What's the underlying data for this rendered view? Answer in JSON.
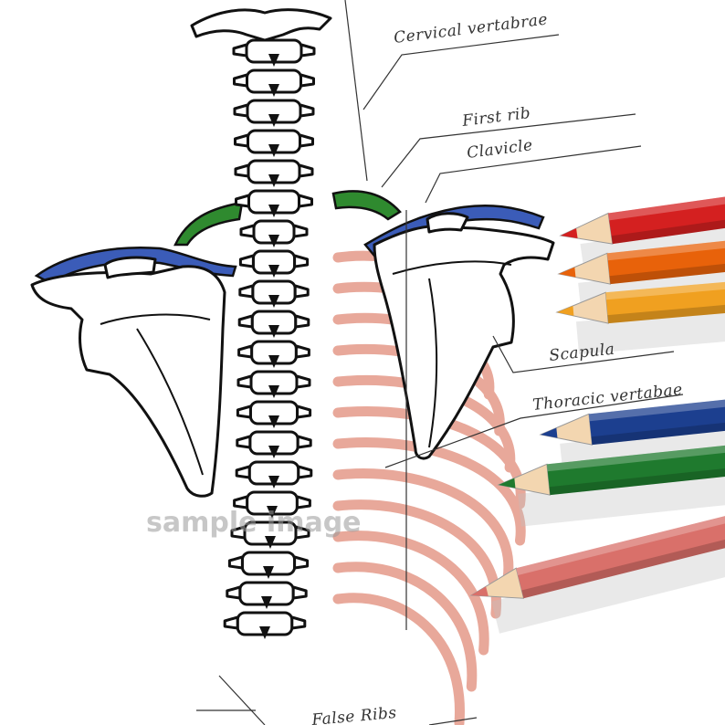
{
  "labels": {
    "cervical": "Cervical vertabrae",
    "first_rib": "First rib",
    "clavicle": "Clavicle",
    "scapula": "Scapula",
    "thoracic": "Thoracic vertabae",
    "false_ribs": "False Ribs"
  },
  "watermark": "sample image",
  "colors": {
    "clavicle": "#3b5cb8",
    "first_rib": "#2f8a2f",
    "ribs_colored": "#e8a89a",
    "pencil_red": "#d42020",
    "pencil_orange": "#e8620a",
    "pencil_yellow_orange": "#f0a020",
    "pencil_blue": "#1c3f8f",
    "pencil_green": "#1f7a2e",
    "pencil_pink": "#d9706a"
  }
}
